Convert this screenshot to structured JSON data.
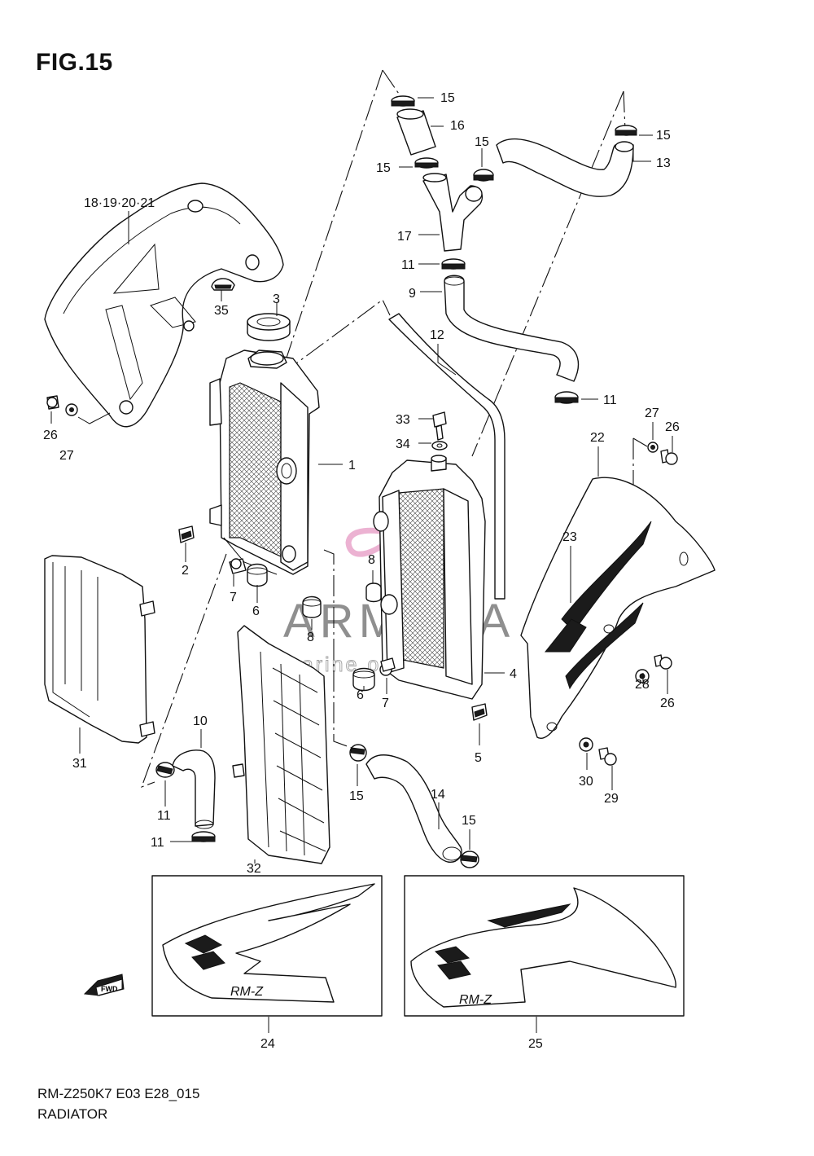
{
  "figure": {
    "title": "FIG.15"
  },
  "footer": {
    "code": "RM-Z250K7 E03 E28_015",
    "name": "RADIATOR"
  },
  "direction_badge": {
    "label": "FWD"
  },
  "watermark": {
    "brand": "ARMADA",
    "tagline": "marine outboards",
    "logo_color": "#e8a0c8"
  },
  "callouts": {
    "c1": "1",
    "c2": "2",
    "c3": "3",
    "c4": "4",
    "c5": "5",
    "c6a": "6",
    "c6b": "6",
    "c7a": "7",
    "c7b": "7",
    "c8a": "8",
    "c8b": "8",
    "c9": "9",
    "c10": "10",
    "c11a": "11",
    "c11b": "11",
    "c11c": "11",
    "c11d": "11",
    "c12": "12",
    "c13": "13",
    "c14": "14",
    "c15a": "15",
    "c15b": "15",
    "c15c": "15",
    "c15d": "15",
    "c15e": "15",
    "c15f": "15",
    "c16": "16",
    "c17": "17",
    "c18": "18·19·20·21",
    "c22": "22",
    "c23": "23",
    "c24": "24",
    "c25": "25",
    "c26a": "26",
    "c26b": "26",
    "c26c": "26",
    "c27a": "27",
    "c27b": "27",
    "c28": "28",
    "c29": "29",
    "c30": "30",
    "c31": "31",
    "c32": "32",
    "c33": "33",
    "c34": "34",
    "c35": "35"
  },
  "decals": {
    "left_logo": "RM-Z",
    "right_logo": "RM-Z"
  }
}
